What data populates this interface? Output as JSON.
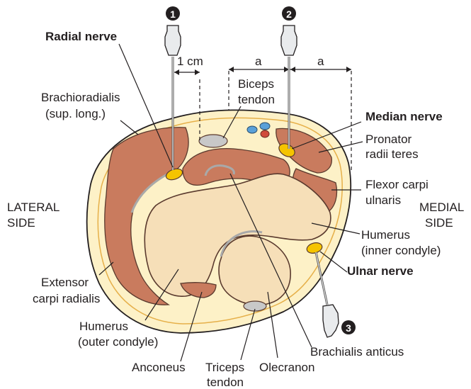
{
  "labels": {
    "radial_nerve": "Radial nerve",
    "brachioradialis_1": "Brachioradialis",
    "brachioradialis_2": "(sup. long.)",
    "lateral_1": "LATERAL",
    "lateral_2": "SIDE",
    "extensor_1": "Extensor",
    "extensor_2": "carpi radialis",
    "humerus_outer_1": "Humerus",
    "humerus_outer_2": "(outer condyle)",
    "anconeus": "Anconeus",
    "triceps_1": "Triceps",
    "triceps_2": "tendon",
    "olecranon": "Olecranon",
    "brachialis": "Brachialis anticus",
    "biceps_1": "Biceps",
    "biceps_2": "tendon",
    "median_nerve": "Median nerve",
    "pronator_1": "Pronator",
    "pronator_2": "radii teres",
    "flexor_1": "Flexor carpi",
    "flexor_2": "ulnaris",
    "medial_1": "MEDIAL",
    "medial_2": "SIDE",
    "humerus_inner_1": "Humerus",
    "humerus_inner_2": "(inner condyle)",
    "ulnar_nerve": "Ulnar nerve"
  },
  "measurements": {
    "one_cm": "1 cm",
    "a_left": "a",
    "a_right": "a"
  },
  "needles": {
    "n1": "1",
    "n2": "2",
    "n3": "3"
  },
  "colors": {
    "muscle": "#c97b5e",
    "fat": "#fdf1c7",
    "bone": "#f6dfb8",
    "nerve": "#f5c400",
    "tendon": "#c8c8c8"
  }
}
